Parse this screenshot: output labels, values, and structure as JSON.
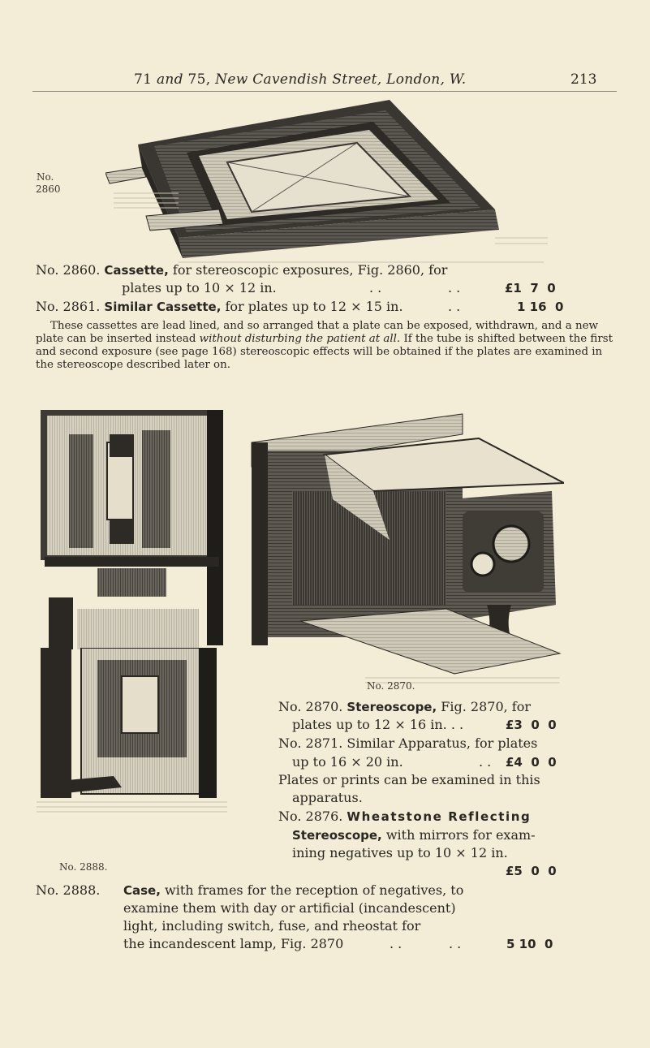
{
  "header": {
    "running_head_prefix": "71 ",
    "running_head_and": "and",
    "running_head_mid": " 75, ",
    "running_head_street": "New Cavendish Street, London, W.",
    "page_number": "213"
  },
  "fig2860": {
    "label_no": "No.",
    "label_num": "2860"
  },
  "items": {
    "i2860": {
      "number": "No. 2860.",
      "name": "Cassette,",
      "desc1": "for stereoscopic exposures, Fig. 2860, for",
      "desc2": "plates up to 10 × 12 in.",
      "dots": ". .",
      "dots2": ". .",
      "price": "£1  7  0"
    },
    "i2861": {
      "number": "No. 2861.",
      "name": "Similar Cassette,",
      "desc": "for plates up to 12 × 15 in.",
      "dots": ". .",
      "price": "1 16  0"
    }
  },
  "paragraph": {
    "text1": "These cassettes are lead lined, and so arranged that a plate can be exposed, withdrawn, and a new plate can be inserted instead ",
    "italic": "without disturbing the patient at all.",
    "text2": " If the tube is shifted between the first and second exposure (see page 168) stereoscopic effects will be obtained if the plates are examined in the stereoscope described later on."
  },
  "fig2870": {
    "caption": "No. 2870."
  },
  "fig2888": {
    "caption": "No. 2888."
  },
  "i2870": {
    "number": "No. 2870.",
    "name": "Stereoscope,",
    "desc1": "Fig. 2870, for",
    "desc2": "plates up to 12 × 16 in. . .",
    "price": "£3  0  0"
  },
  "i2871": {
    "number": "No. 2871.",
    "desc1": "Similar Apparatus, for plates",
    "desc2": "up to 16 × 20 in.",
    "dots": ". .",
    "price": "£4  0  0"
  },
  "plates_note": {
    "line1": "Plates or prints can be examined in this",
    "line2": "apparatus."
  },
  "i2876": {
    "number": "No. 2876.",
    "name1": "Wheatstone Reflecting",
    "name2": "Stereoscope,",
    "desc1": "with mirrors for exam-",
    "desc2": "ining negatives up to 10 × 12 in.",
    "price": "£5  0  0"
  },
  "i2888": {
    "number": "No. 2888.",
    "name": "Case,",
    "desc1": "with frames for the reception of negatives, to",
    "desc2": "examine them with day or artificial (incandescent)",
    "desc3": "light, including switch, fuse, and rheostat for",
    "desc4": "the incandescent lamp, Fig. 2870",
    "dots": ". .",
    "dots2": ". .",
    "price": "5 10  0"
  }
}
